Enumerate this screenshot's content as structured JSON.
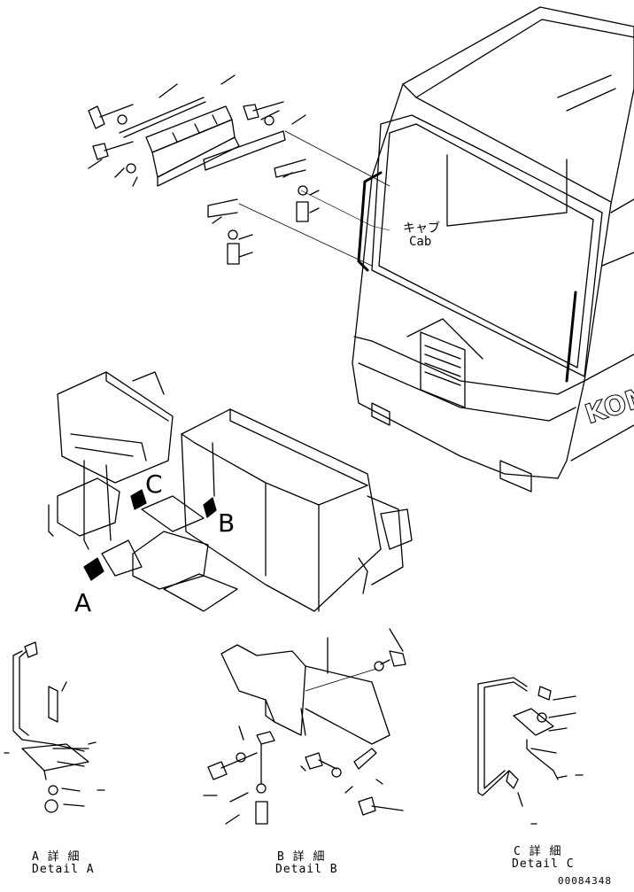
{
  "labels": {
    "cab_jp": "キャブ",
    "cab_en": "Cab",
    "arrow_a": "A",
    "arrow_b": "B",
    "arrow_c": "C",
    "detail_a_jp": "A 詳 細",
    "detail_a_en": "Detail A",
    "detail_b_jp": "B 詳 細",
    "detail_b_en": "Detail B",
    "detail_c_jp": "C 詳 細",
    "detail_c_en": "Detail C",
    "brand_partial": "KOM",
    "figure_number": "00084348"
  }
}
